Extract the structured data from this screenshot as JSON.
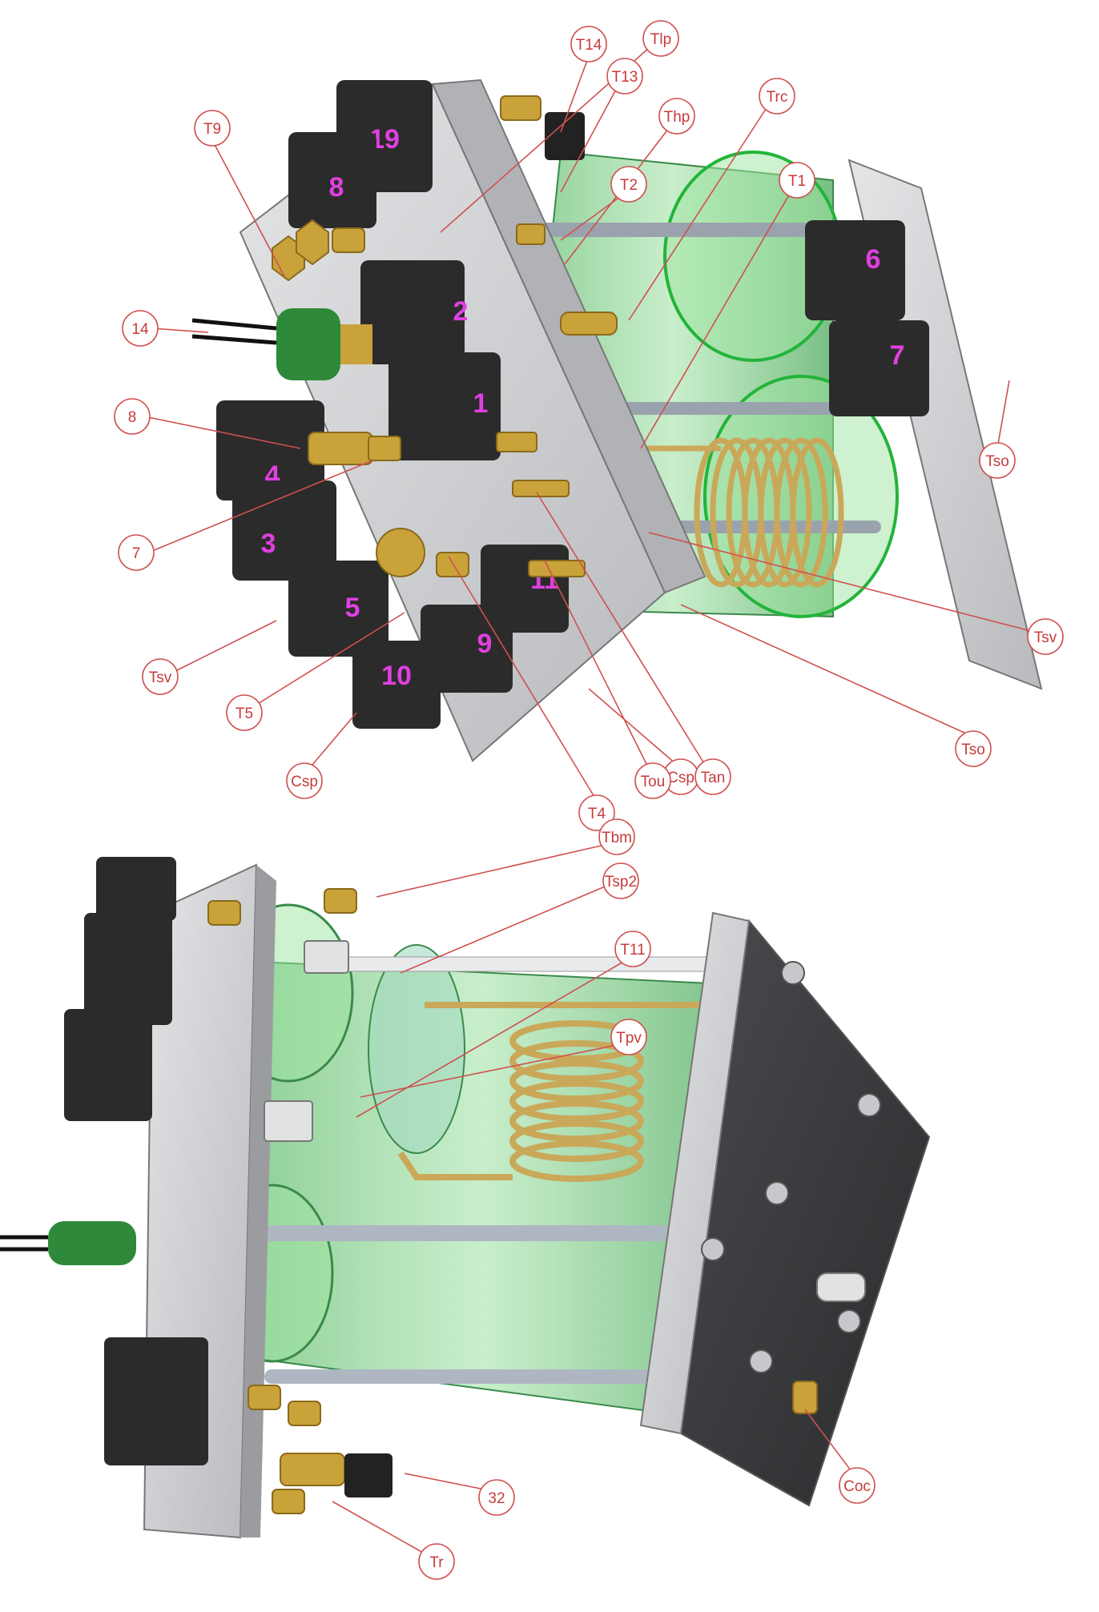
{
  "colors": {
    "callout": "#c83a3a",
    "coil_number": "#e040e0",
    "plate": "#d2d4d6",
    "coil_body": "#2b2b2b",
    "reservoir_glass": "#7fd08a",
    "brass": "#c9a23a",
    "copper_coil": "#caa85a"
  },
  "top_assembly": {
    "coils": [
      "1",
      "2",
      "3",
      "4",
      "5",
      "6",
      "7",
      "8",
      "9",
      "10",
      "11",
      "19"
    ],
    "callouts": [
      "T9",
      "Tlp",
      "T14",
      "T13",
      "Thp",
      "Trc",
      "T2",
      "T1",
      "14",
      "8",
      "7",
      "Tsv",
      "T5",
      "Csp",
      "Csp",
      "T4",
      "Tou",
      "Tan",
      "Tsv",
      "Tso",
      "Tso"
    ]
  },
  "bottom_assembly": {
    "callouts": [
      "Tbm",
      "Tsp2",
      "T11",
      "Tpv",
      "Coc",
      "32",
      "Tr"
    ]
  }
}
